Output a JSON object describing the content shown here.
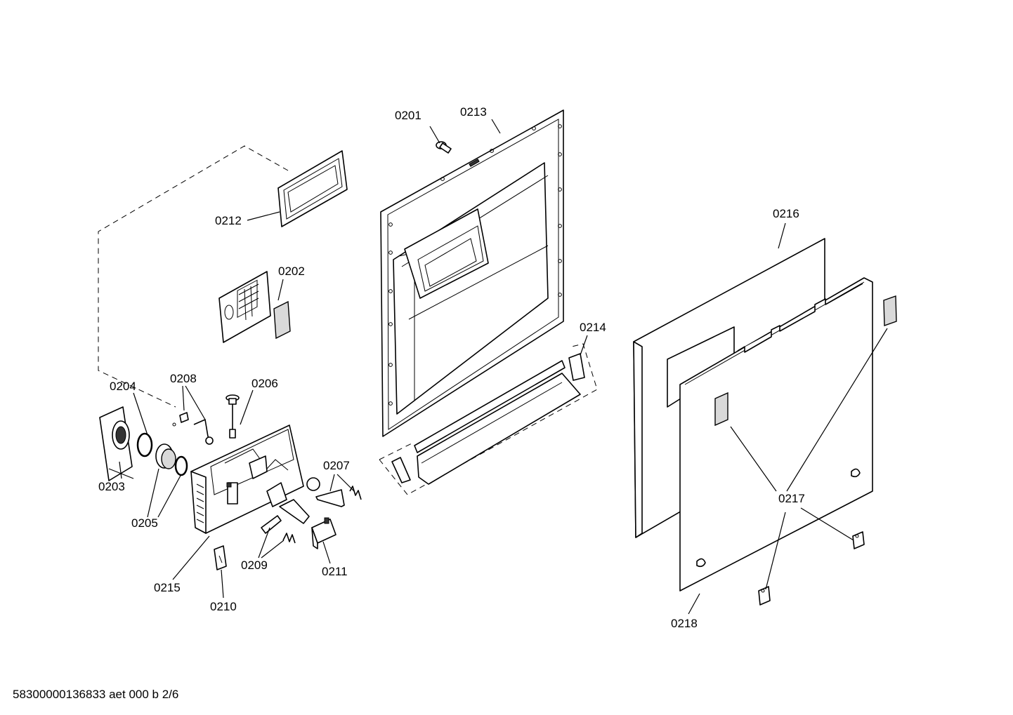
{
  "labels": {
    "p0201": "0201",
    "p0202": "0202",
    "p0203": "0203",
    "p0204": "0204",
    "p0205": "0205",
    "p0206": "0206",
    "p0207": "0207",
    "p0208": "0208",
    "p0209": "0209",
    "p0210": "0210",
    "p0211": "0211",
    "p0212": "0212",
    "p0213": "0213",
    "p0214": "0214",
    "p0215": "0215",
    "p0216": "0216",
    "p0217": "0217",
    "p0218": "0218"
  },
  "footer": {
    "code": "58300000136833 aet 000 b 2/6"
  }
}
